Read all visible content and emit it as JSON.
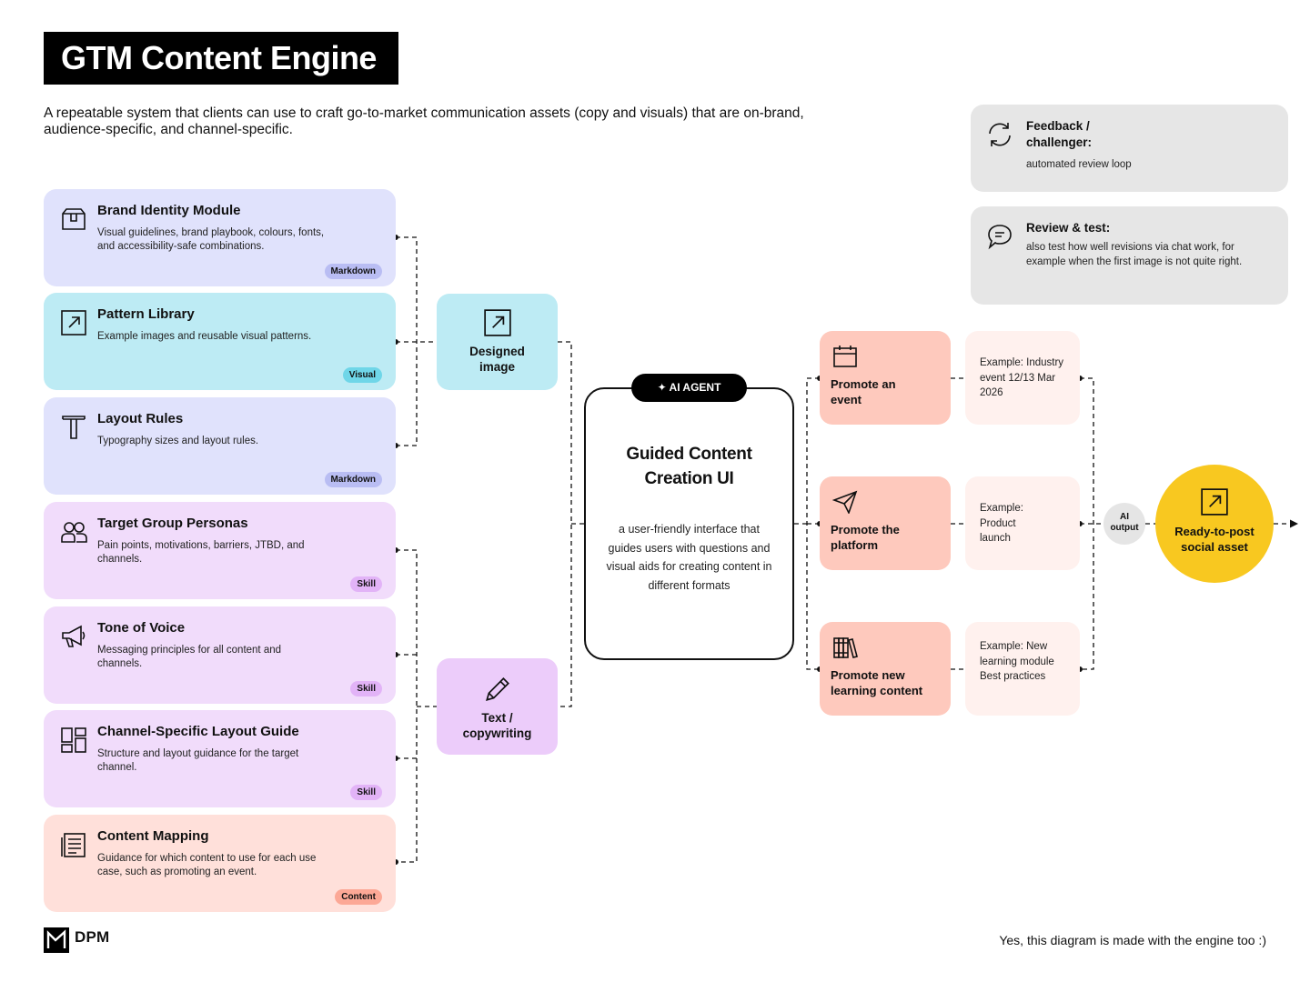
{
  "title": "GTM Content Engine",
  "subtitle": "A repeatable system that clients can use to craft go-to-market communication assets (copy and visuals) that are on-brand, audience-specific, and channel-specific.",
  "modules": [
    {
      "icon": "package-icon",
      "title": "Brand Identity Module",
      "description": "Visual guidelines, brand playbook, colours, fonts, and accessibility-safe combinations.",
      "badge": "Markdown"
    },
    {
      "icon": "image-arrow-icon",
      "title": "Pattern Library",
      "description": "Example images and reusable visual patterns.",
      "badge": "Visual"
    },
    {
      "icon": "type-icon",
      "title": "Layout Rules",
      "description": "Typography sizes and layout rules.",
      "badge": "Markdown"
    },
    {
      "icon": "users-icon",
      "title": "Target Group Personas",
      "description": "Pain points, motivations, barriers, JTBD, and channels.",
      "badge": "Skill"
    },
    {
      "icon": "megaphone-icon",
      "title": "Tone of Voice",
      "description": "Messaging principles for all content and channels.",
      "badge": "Skill"
    },
    {
      "icon": "layout-icon",
      "title": "Channel-Specific Layout Guide",
      "description": "Structure and layout guidance for the target channel.",
      "badge": "Skill"
    },
    {
      "icon": "document-icon",
      "title": "Content Mapping",
      "description": "Guidance for which content to use for each use case, such as promoting an event.",
      "badge": "Content"
    }
  ],
  "middle": {
    "designed_image": "Designed image",
    "text_copywriting": "Text / copywriting"
  },
  "agent": {
    "pill": "AI AGENT",
    "title": "Guided Content Creation UI",
    "description": "a user-friendly interface that guides users with questions and visual aids for creating content in different formats"
  },
  "actions": [
    {
      "icon": "calendar-icon",
      "label": "Promote an event",
      "example": "Example: Industry event 12/13 Mar 2026"
    },
    {
      "icon": "send-icon",
      "label": "Promote the platform",
      "example": "Example: Product launch"
    },
    {
      "icon": "books-icon",
      "label": "Promote new learning content",
      "example": "Example: New learning module Best practices"
    }
  ],
  "ai_output": "AI output",
  "final_output": "Ready-to-post social asset",
  "notes": [
    {
      "icon": "refresh-icon",
      "title": "Feedback / challenger:",
      "description": "automated review loop"
    },
    {
      "icon": "chat-icon",
      "title": "Review & test:",
      "description": "also test how well revisions via chat work, for example when the first image is not quite right."
    }
  ],
  "logo_text": "DPM",
  "footnote": "Yes, this diagram is made with the engine too :)",
  "colors": {
    "blue_card": "#e0e2fc",
    "cyan_card": "#bdebf4",
    "purple_card": "#f1dcfb",
    "salmon_card": "#ffe0da",
    "action_card": "#fec9bd",
    "example_card": "#fff1ee",
    "final_circle": "#f8c820",
    "note_card": "#e6e6e6"
  }
}
